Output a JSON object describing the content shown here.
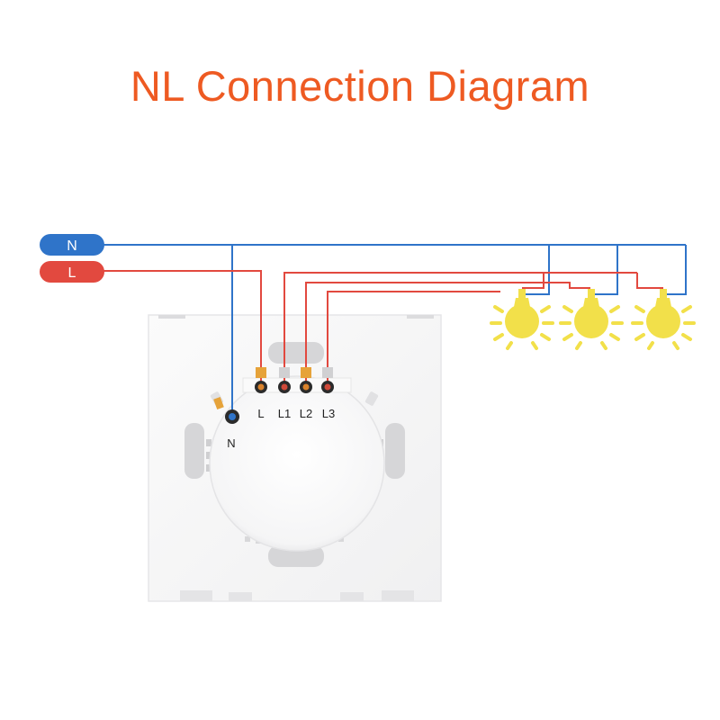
{
  "title": "NL Connection Diagram",
  "wires": {
    "neutral_label": "N",
    "live_label": "L"
  },
  "terminals": {
    "neutral": "N",
    "live": "L",
    "load1": "L1",
    "load2": "L2",
    "load3": "L3"
  },
  "colors": {
    "title": "#ee5a22",
    "neutral": "#2f74c9",
    "live": "#e2493f",
    "bulb": "#f2e04a",
    "plate": "#ffffff"
  },
  "icons": {
    "bulb": "light-bulb-icon"
  }
}
